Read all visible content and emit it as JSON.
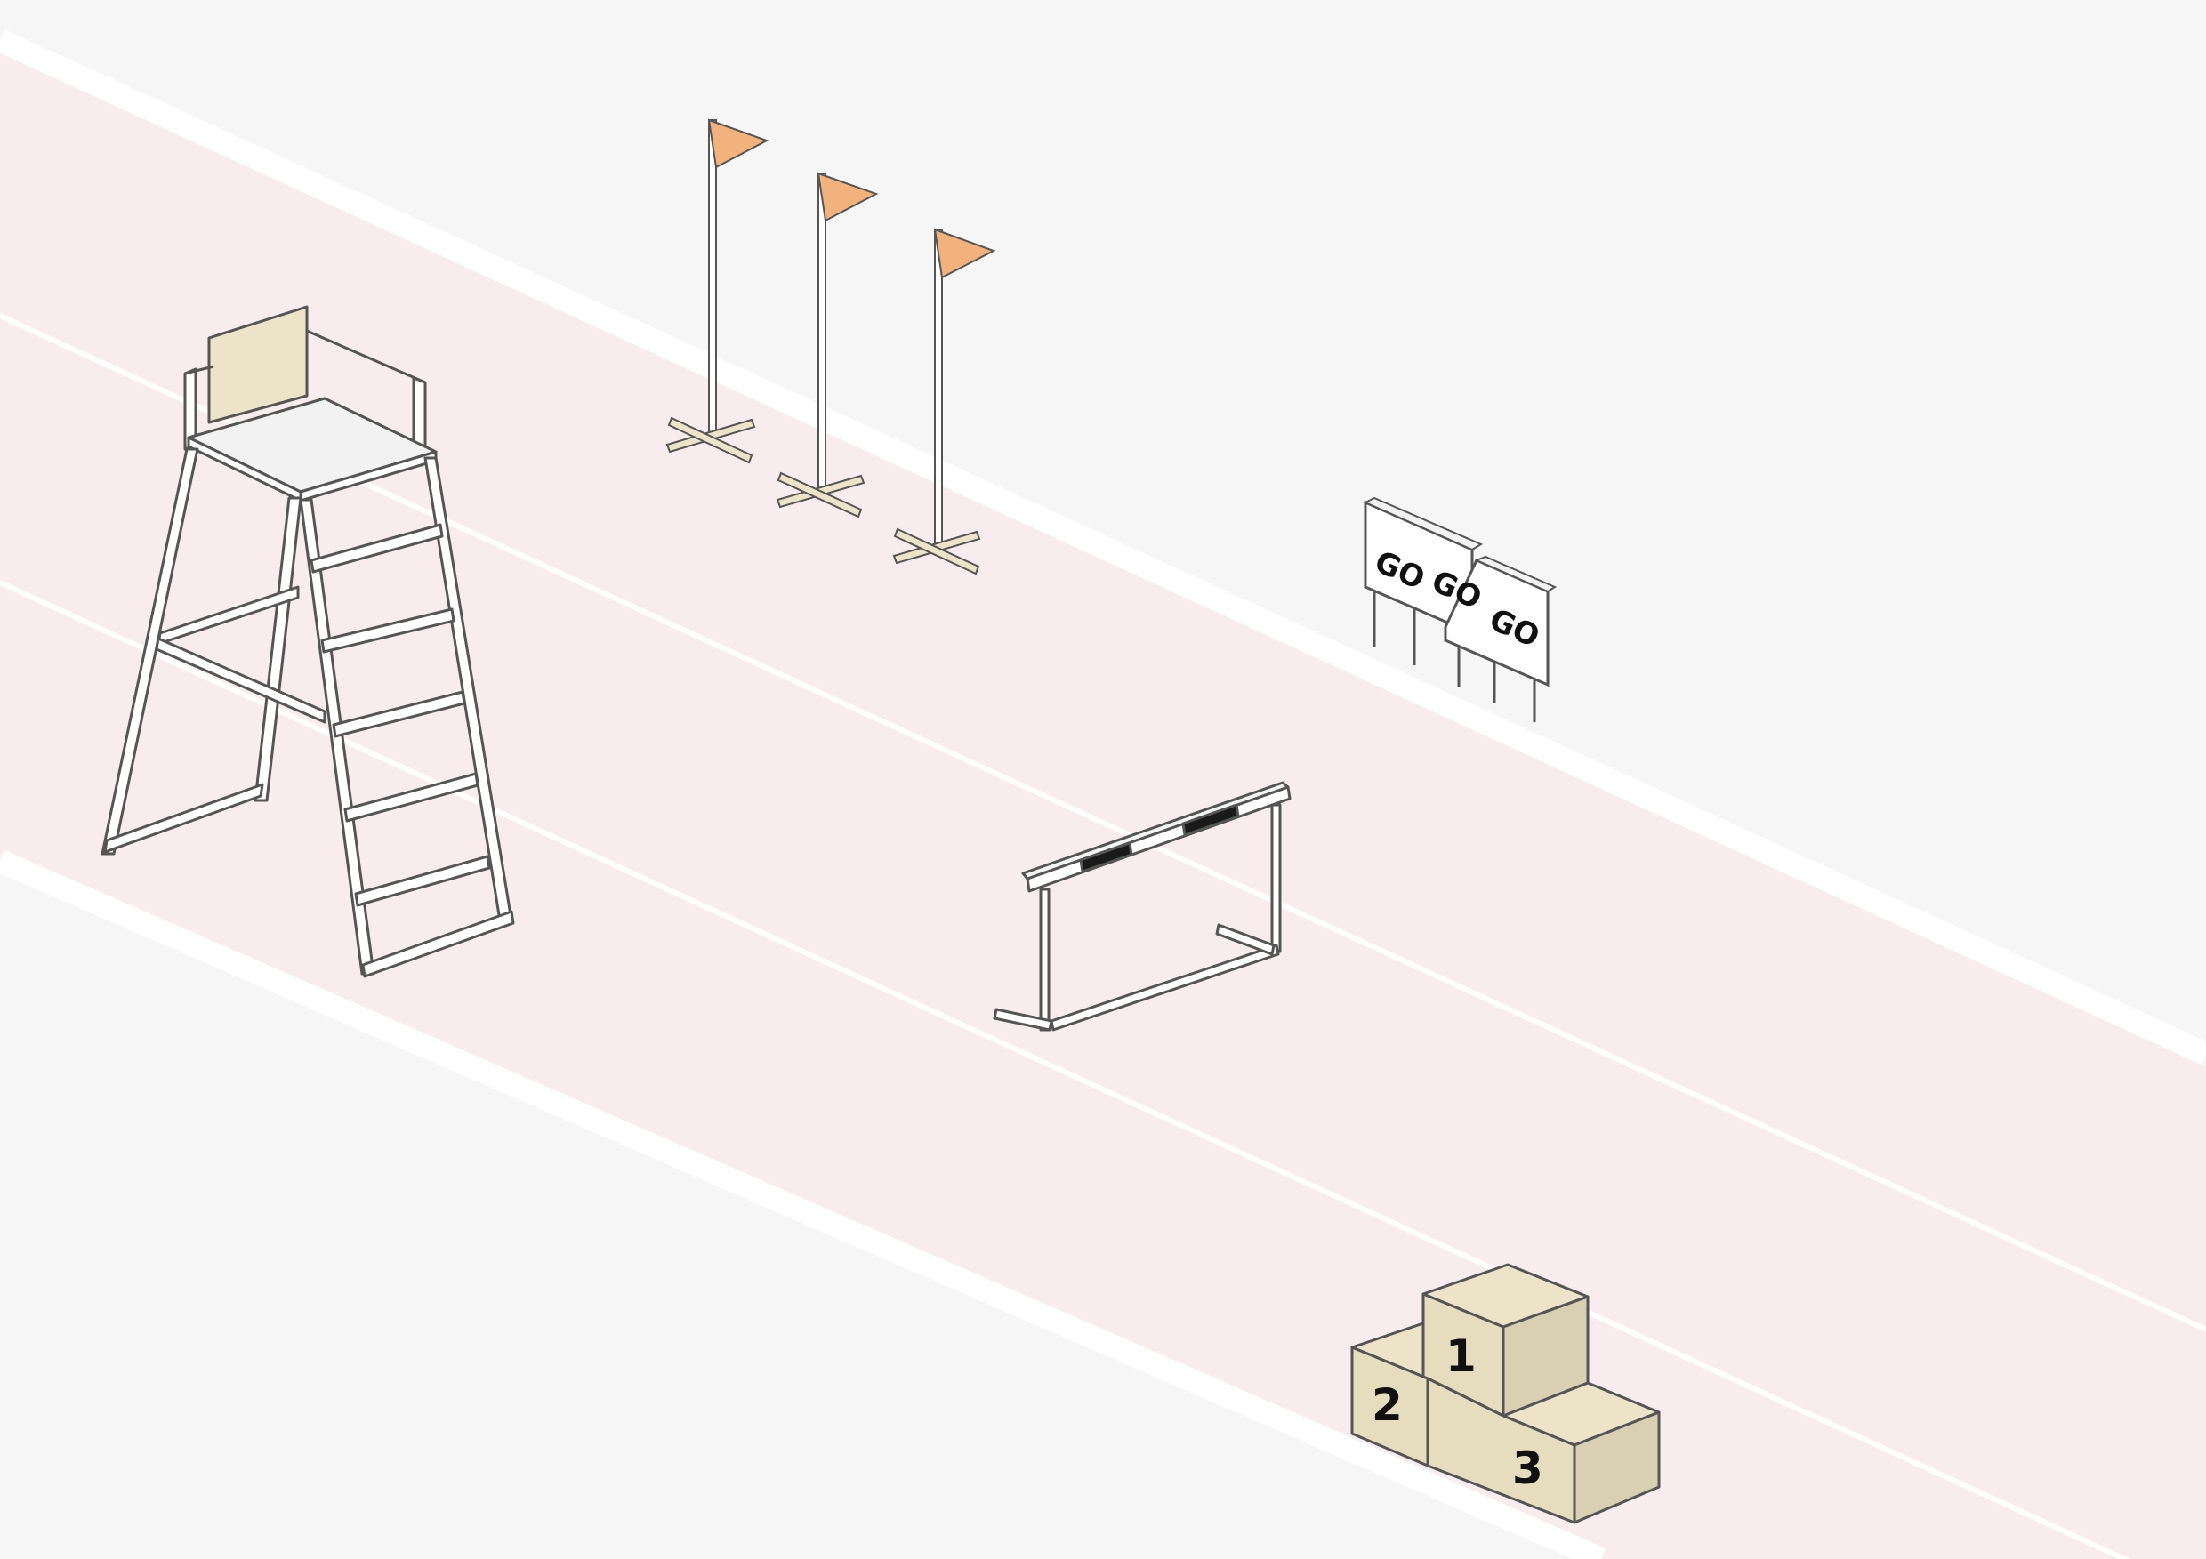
{
  "colors": {
    "background": "#f6f6f6",
    "track": "#f8ecee",
    "lane_line": "#ffffff",
    "flag": "#f2b27e",
    "wood": "#ece3c8",
    "wood_shadow": "#d9cfb2",
    "outline": "#555555",
    "hurdle_stripe": "#1a1a1a"
  },
  "scene": {
    "umpire_chair": {
      "icon": "umpire-chair-icon"
    },
    "flags": {
      "icon": "flag-icon",
      "count": 3
    },
    "signs": {
      "labels": [
        "GO",
        "GO",
        "GO"
      ]
    },
    "hurdle": {
      "icon": "hurdle-icon"
    },
    "podium": {
      "places": [
        "1",
        "2",
        "3"
      ]
    }
  }
}
